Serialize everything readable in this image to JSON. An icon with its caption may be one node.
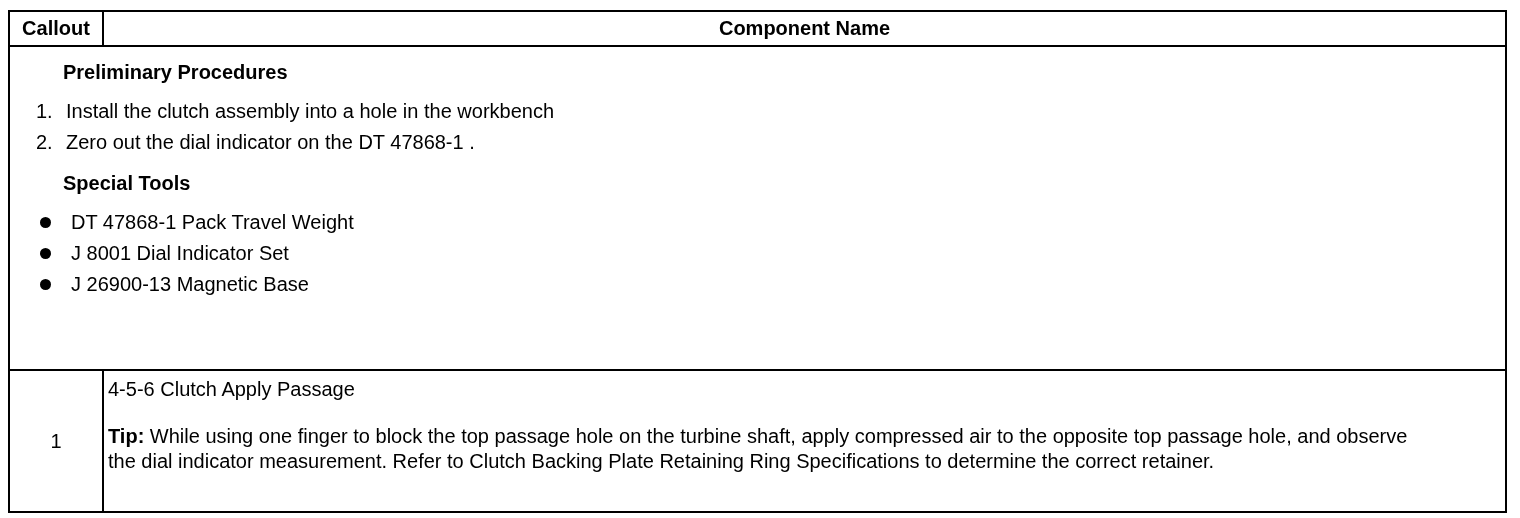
{
  "diagram": {
    "labels": [
      "Callout",
      "Component Name",
      "Preliminary Procedures",
      "1.",
      "Install the clutch assembly into a hole in the workbench",
      "2.",
      "Zero out the dial indicator on the DT 47868-1 .",
      "Special Tools",
      "DT 47868-1 Pack Travel Weight",
      "J 8001 Dial Indicator Set",
      "J 26900-13 Magnetic Base",
      "1",
      "4-5-6 Clutch Apply Passage",
      "**Tip:** While using one finger to block the top passage hole on the turbine shaft, apply compressed air to the opposite top passage hole, and observe the dial indicator measurement. Refer to Clutch Backing Plate Retaining Ring Specifications to determine the correct retainer."
    ]
  }
}
